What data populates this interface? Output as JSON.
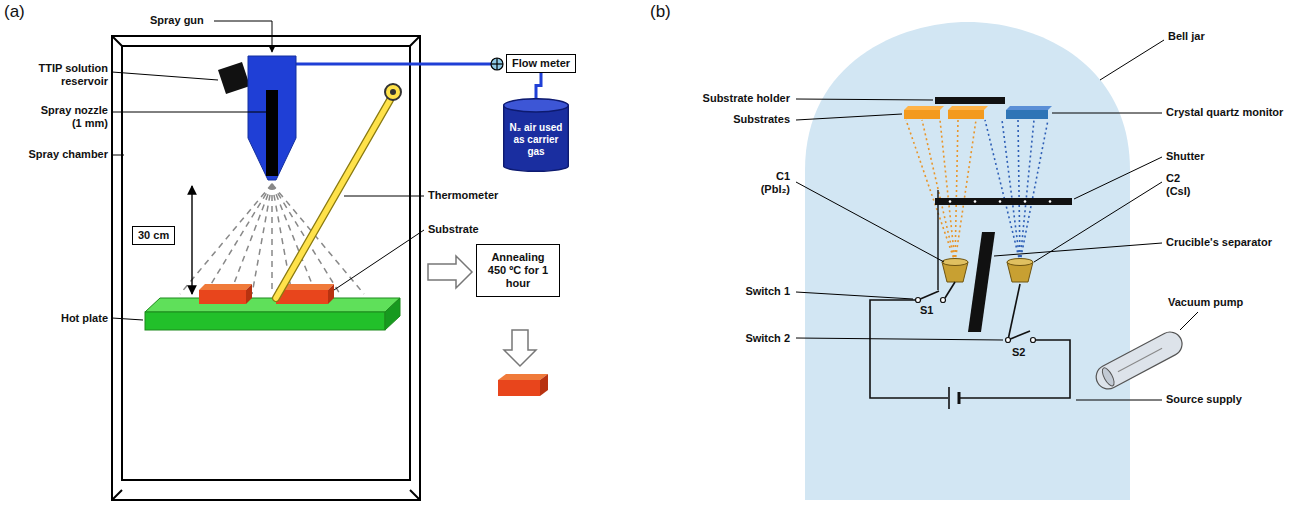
{
  "diagram": {
    "nodes": [
      {
        "text": [
          "Flow meter"
        ]
      },
      {
        "text": [
          "N₂ air used as carrier gas"
        ]
      },
      {
        "text": [
          "Annealing 450 ºC for 1 hour"
        ]
      }
    ],
    "edges": [
      {
        "from": 0,
        "to": 1,
        "arrow": "none"
      }
    ],
    "labels": [
      "(a)",
      "Spray gun",
      "TTIP solution reservoir",
      "Spray nozzle (1 mm)",
      "Spray chamber",
      "30 cm",
      "Hot plate",
      "Thermometer",
      "Substrate",
      "(b)",
      "Substrate holder",
      "Substrates",
      "C1 (PbI₂)",
      "Switch 1",
      "S1",
      "Switch 2",
      "S2",
      "Bell jar",
      "Crystal quartz monitor",
      "Shutter",
      "C2 (CsI)",
      "Crucible's separator",
      "Vacuum pump",
      "Source supply"
    ]
  }
}
